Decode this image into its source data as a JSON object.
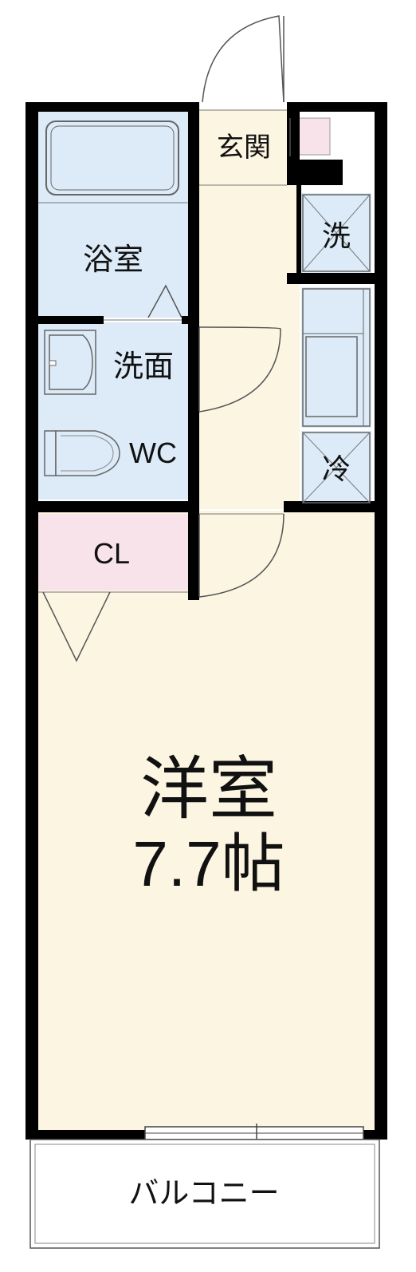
{
  "rooms": {
    "entrance": "玄関",
    "bathroom": "浴室",
    "washstand": "洗面",
    "toilet": "WC",
    "closet": "CL",
    "washer": "洗",
    "fridge": "冷",
    "western_room": "洋室",
    "western_room_size": "7.7帖",
    "balcony": "バルコニー"
  },
  "colors": {
    "bath_area": "#DCEBF7",
    "corridor": "#FCF5E1",
    "main_room": "#FCF5E1",
    "closet": "#F9E3EA",
    "entrance_accent": "#F9E3EA",
    "utility": "#DCEBF7",
    "wall": "#000000",
    "balcony": "#FFFFFF"
  }
}
